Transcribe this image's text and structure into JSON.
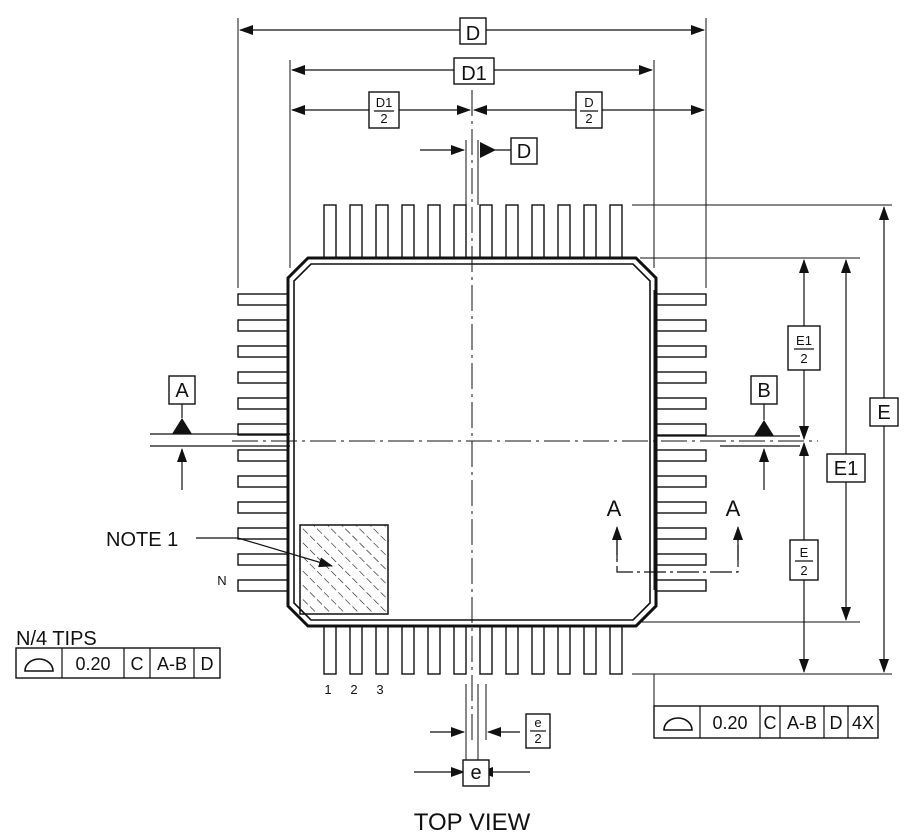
{
  "labels": {
    "dim_d": "D",
    "dim_d1": "D1",
    "half_num_d1": "D1",
    "half_num_d": "D",
    "half_den": "2",
    "datum_d": "D",
    "datum_a": "A",
    "datum_b": "B",
    "dim_e": "E",
    "dim_e1": "E1",
    "half_num_e1": "E1",
    "half_num_e": "E",
    "section_a_left": "A",
    "section_a_right": "A",
    "note_1": "NOTE 1",
    "pin_n": "N",
    "pin_1": "1",
    "pin_2": "2",
    "pin_3": "3",
    "tips_label": "N/4 TIPS",
    "half_num_pitch": "e",
    "pitch": "e",
    "view_title": "TOP VIEW"
  },
  "tolerance_frame_left": {
    "value": "0.20",
    "datum_primary": "C",
    "datum_secondary": "A-B",
    "datum_tertiary": "D"
  },
  "tolerance_frame_right": {
    "value": "0.20",
    "datum_primary": "C",
    "datum_secondary": "A-B",
    "datum_tertiary": "D",
    "multiplier": "4X"
  },
  "icons": {
    "profile_symbol": "profile-of-surface-icon",
    "datum_marker": "datum-triangle-icon"
  },
  "colors": {
    "ink": "#111111",
    "paper": "#ffffff"
  }
}
